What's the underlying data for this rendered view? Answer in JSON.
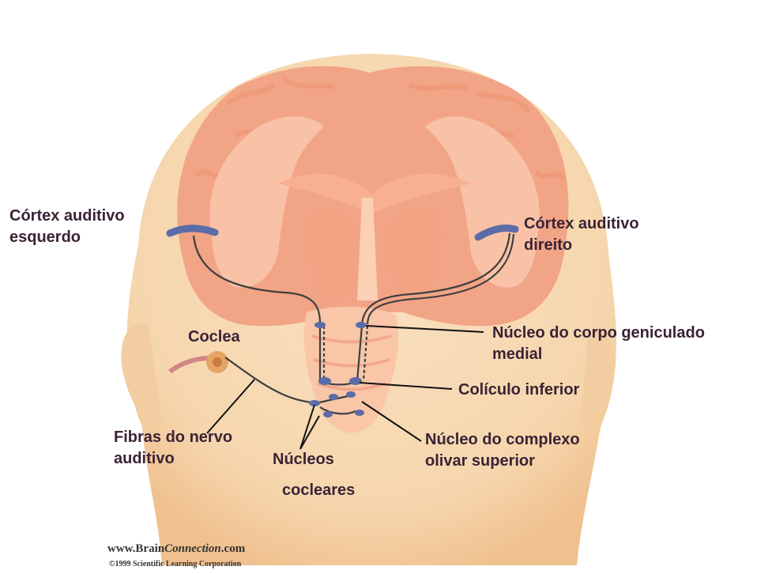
{
  "labels": {
    "cortex_esquerdo_1": "Córtex auditivo",
    "cortex_esquerdo_2": "esquerdo",
    "cortex_direito_1": "Córtex auditivo",
    "cortex_direito_2": "direito",
    "coclea": "Coclea",
    "geniculado_1": "Núcleo do corpo geniculado",
    "geniculado_2": "medial",
    "coliculo": "Colículo inferior",
    "fibras_1": "Fibras do nervo",
    "fibras_2": "auditivo",
    "nucleos_1": "Núcleos",
    "nucleos_2": "cocleares",
    "olivar_1": "Núcleo do complexo",
    "olivar_2": "olivar superior"
  },
  "credit": {
    "site_prefix": "www.Brain",
    "site_brand": "Connection",
    "site_suffix": ".com",
    "copyright": "©1999 Scientific Learning Corporation"
  },
  "colors": {
    "skin": "#f8dcb6",
    "brain_gray": "#f2a486",
    "brain_white": "#f9c2a6",
    "nucleus": "#5b6ca8",
    "pathway": "#3f3f3f"
  }
}
